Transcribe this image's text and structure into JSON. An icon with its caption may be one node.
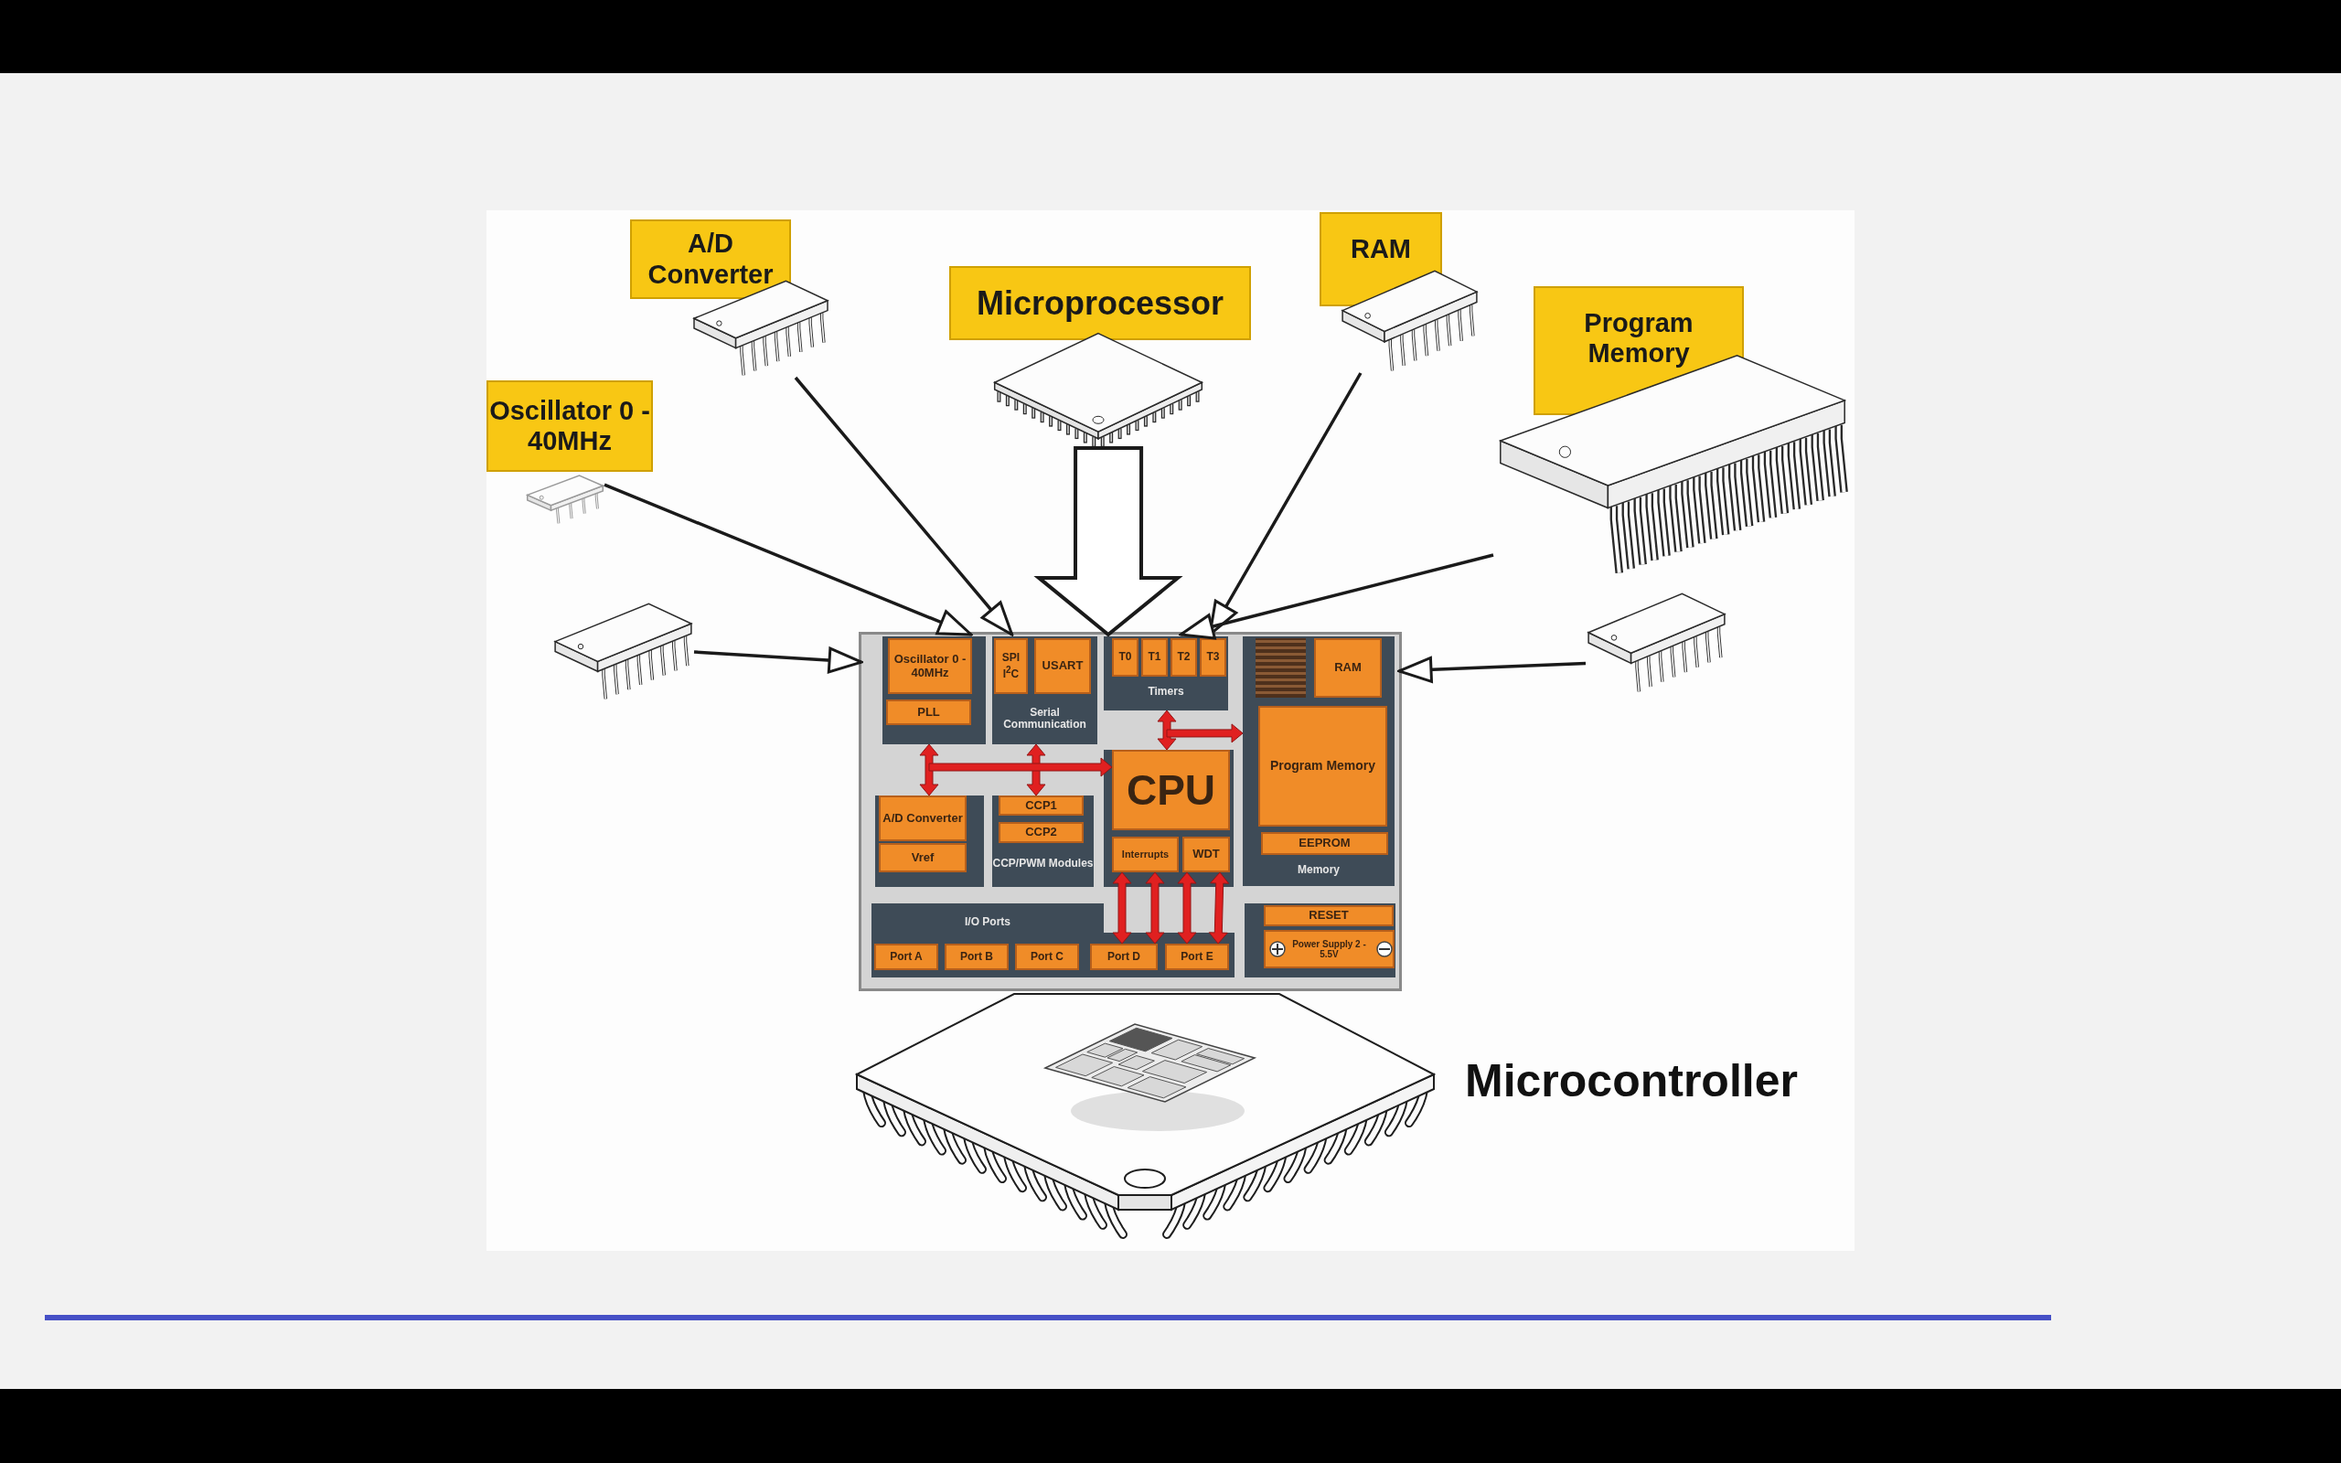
{
  "diagram": {
    "nodes": [
      {
        "text": [
          "A/D Converter"
        ]
      },
      {
        "text": [],
        "shape": "picture"
      },
      {
        "text": [
          "RAM"
        ]
      },
      {
        "text": [],
        "shape": "picture"
      },
      {
        "text": [
          "Microprocessor"
        ]
      },
      {
        "text": [],
        "shape": "picture"
      },
      {
        "text": [
          "Oscillator 0 - 40MHz"
        ]
      },
      {
        "text": [],
        "shape": "picture"
      },
      {
        "text": [
          "Program Memory"
        ]
      },
      {
        "text": [],
        "shape": "picture"
      },
      {
        "text": [],
        "shape": "picture"
      },
      {
        "text": [],
        "shape": "picture"
      },
      {
        "text": [],
        "shape": "box"
      },
      {
        "text": [],
        "shape": "box",
        "in": 12
      },
      {
        "text": [
          "Oscillator 0 - 40MHz"
        ],
        "in": 13
      },
      {
        "text": [
          "PLL"
        ],
        "in": 13
      },
      {
        "text": [
          "Serial Communication"
        ],
        "in": 12
      },
      {
        "text": [
          "SPI I$^{2}$C"
        ],
        "in": 16
      },
      {
        "text": [
          "USART"
        ],
        "in": 16
      },
      {
        "text": [
          "Timers"
        ],
        "in": 12
      },
      {
        "text": [
          "T0"
        ],
        "in": 19
      },
      {
        "text": [
          "T1"
        ],
        "in": 19
      },
      {
        "text": [
          "T2"
        ],
        "in": 19
      },
      {
        "text": [
          "T3"
        ],
        "in": 19
      },
      {
        "text": [
          "Memory"
        ],
        "in": 12
      },
      {
        "text": [],
        "shape": "box",
        "in": 24
      },
      {
        "text": [
          "RAM"
        ],
        "in": 24
      },
      {
        "text": [
          "Program Memory"
        ],
        "in": 24
      },
      {
        "text": [
          "EEPROM"
        ],
        "in": 24
      },
      {
        "text": [],
        "shape": "box",
        "in": 12
      },
      {
        "text": [
          "A/D Converter"
        ],
        "in": 29
      },
      {
        "text": [
          "Vref"
        ],
        "in": 29
      },
      {
        "text": [
          "CCP/PWM Modules"
        ],
        "in": 12
      },
      {
        "text": [
          "CCP1"
        ],
        "in": 32
      },
      {
        "text": [
          "CCP2"
        ],
        "in": 32
      },
      {
        "text": [],
        "shape": "box",
        "in": 12
      },
      {
        "text": [
          "CPU"
        ],
        "in": 35
      },
      {
        "text": [
          "Interrupts"
        ],
        "in": 35
      },
      {
        "text": [
          "WDT"
        ],
        "in": 35
      },
      {
        "text": [
          "I/O Ports"
        ],
        "in": 12
      },
      {
        "text": [
          "Port A"
        ],
        "in": 39
      },
      {
        "text": [
          "Port B"
        ],
        "in": 39
      },
      {
        "text": [
          "Port C"
        ],
        "in": 39
      },
      {
        "text": [
          "Port D"
        ],
        "in": 39
      },
      {
        "text": [
          "Port E"
        ],
        "in": 39
      },
      {
        "text": [],
        "shape": "box",
        "in": 12
      },
      {
        "text": [
          "RESET"
        ],
        "in": 45
      },
      {
        "text": [
          "Power Supply 2 - 5.5V"
        ],
        "in": 45
      },
      {
        "text": [],
        "shape": "picture",
        "beside": [
          "Microcontroller"
        ]
      }
    ],
    "edges": [
      {
        "from": 1,
        "to": 12,
        "arrow": "to"
      },
      {
        "from": 7,
        "to": 12,
        "arrow": "to"
      },
      {
        "from": 10,
        "to": 12,
        "arrow": "to"
      },
      {
        "from": 5,
        "to": 12,
        "arrow": "to",
        "style": "thick"
      },
      {
        "from": 3,
        "to": 12,
        "arrow": "to"
      },
      {
        "from": 9,
        "to": 12,
        "arrow": "to"
      },
      {
        "from": 11,
        "to": 12,
        "arrow": "to"
      },
      {
        "from": 13,
        "to": 29,
        "arrow": "both",
        "style": "thick",
        "color": "#e02020"
      },
      {
        "from": 16,
        "to": 32,
        "arrow": "both",
        "style": "thick",
        "color": "#e02020"
      },
      {
        "from": null,
        "to": 36,
        "arrow": "to",
        "style": "thick",
        "color": "#e02020"
      },
      {
        "from": 19,
        "to": 36,
        "arrow": "both",
        "style": "thick",
        "color": "#e02020"
      },
      {
        "from": null,
        "to": 24,
        "arrow": "to",
        "style": "thick",
        "color": "#e02020"
      },
      {
        "from": 37,
        "to": 43,
        "arrow": "both",
        "style": "thick",
        "color": "#e02020"
      },
      {
        "from": 37,
        "to": 43,
        "arrow": "both",
        "style": "thick",
        "color": "#e02020"
      },
      {
        "from": 38,
        "to": 44,
        "arrow": "both",
        "style": "thick",
        "color": "#e02020"
      },
      {
        "from": 38,
        "to": 44,
        "arrow": "both",
        "style": "thick",
        "color": "#e02020"
      }
    ]
  }
}
